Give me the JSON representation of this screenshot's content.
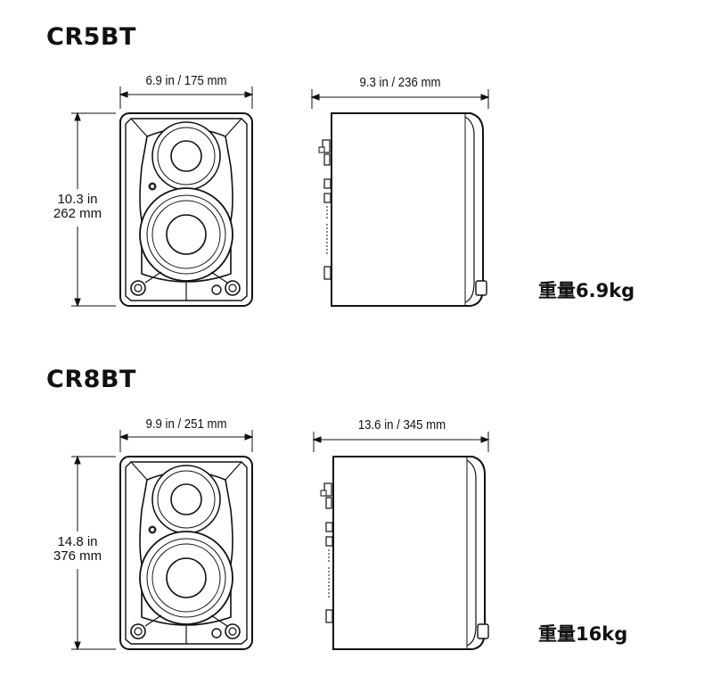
{
  "models": [
    {
      "name": "CR5BT",
      "front_width": "6.9 in / 175 mm",
      "side_depth": "9.3 in / 236 mm",
      "height_in": "10.3 in",
      "height_mm": "262 mm",
      "weight": "重量6.9kg"
    },
    {
      "name": "CR8BT",
      "front_width": "9.9 in / 251 mm",
      "side_depth": "13.6 in / 345 mm",
      "height_in": "14.8 in",
      "height_mm": "376 mm",
      "weight": "重量16kg"
    }
  ]
}
